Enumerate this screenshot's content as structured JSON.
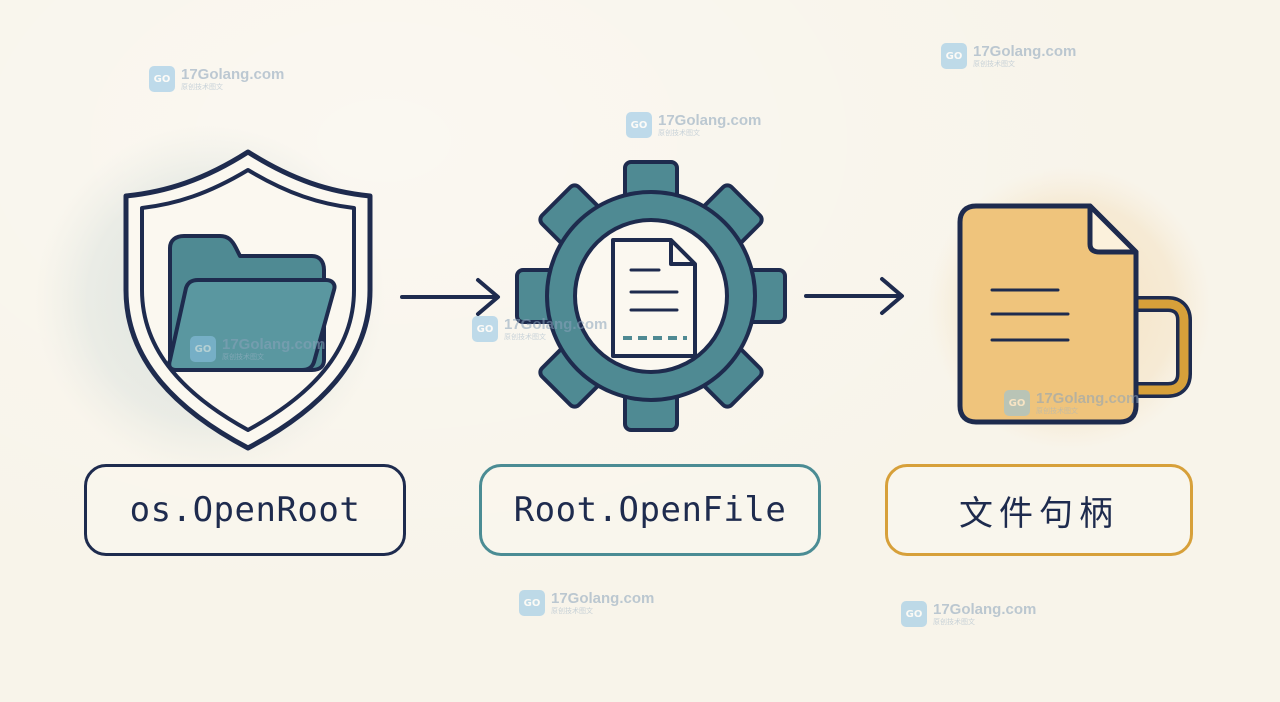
{
  "steps": [
    {
      "label": "os.OpenRoot",
      "icon": "shield-folder-icon",
      "accent": "#1e2b4e"
    },
    {
      "label": "Root.OpenFile",
      "icon": "gear-document-icon",
      "accent": "#4b8c94"
    },
    {
      "label": "文件句柄",
      "icon": "document-mug-icon",
      "accent": "#d7a03a"
    }
  ],
  "arrows": [
    "arrow-right-icon",
    "arrow-right-icon"
  ],
  "watermark": {
    "text": "17Golang.com",
    "subtext": "原创技术图文",
    "logo_text": "GO"
  },
  "colors": {
    "background": "#f8f4ea",
    "navy": "#1e2b4e",
    "teal": "#4b8c94",
    "gold": "#d7a03a",
    "paper": "#efc47c"
  }
}
